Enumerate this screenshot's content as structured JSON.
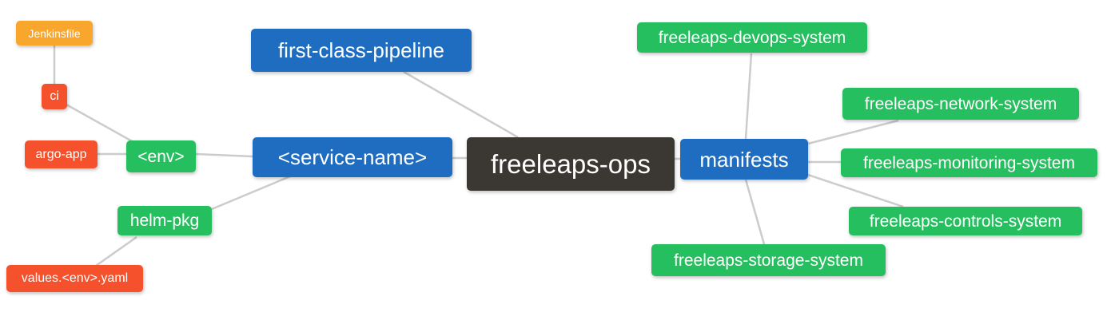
{
  "palette": {
    "root_node": "#3b3733",
    "level1_node": "#1e6dc1",
    "level2_node": "#26bf5f",
    "level3_node": "#f4512c",
    "level4_node": "#f9a62d",
    "edge": "#cccccc",
    "text": "#ffffff",
    "background": "#ffffff"
  },
  "mindmap": {
    "root": "freeleaps-ops",
    "nodes": [
      {
        "id": "jenkinsfile",
        "label": "Jenkinsfile",
        "depth": 4
      },
      {
        "id": "ci",
        "label": "ci",
        "depth": 3
      },
      {
        "id": "argo-app",
        "label": "argo-app",
        "depth": 3
      },
      {
        "id": "env",
        "label": "<env>",
        "depth": 2
      },
      {
        "id": "helm-pkg",
        "label": "helm-pkg",
        "depth": 2
      },
      {
        "id": "values-env-yaml",
        "label": "values.<env>.yaml",
        "depth": 3
      },
      {
        "id": "first-class-pipeline",
        "label": "first-class-pipeline",
        "depth": 1
      },
      {
        "id": "service-name",
        "label": "<service-name>",
        "depth": 1
      },
      {
        "id": "freeleaps-ops",
        "label": "freeleaps-ops",
        "depth": 0
      },
      {
        "id": "manifests",
        "label": "manifests",
        "depth": 1
      },
      {
        "id": "freeleaps-devops-system",
        "label": "freeleaps-devops-system",
        "depth": 2
      },
      {
        "id": "freeleaps-network-system",
        "label": "freeleaps-network-system",
        "depth": 2
      },
      {
        "id": "freeleaps-monitoring-system",
        "label": "freeleaps-monitoring-system",
        "depth": 2
      },
      {
        "id": "freeleaps-controls-system",
        "label": "freeleaps-controls-system",
        "depth": 2
      },
      {
        "id": "freeleaps-storage-system",
        "label": "freeleaps-storage-system",
        "depth": 2
      }
    ],
    "edges": [
      {
        "from": "jenkinsfile",
        "to": "ci"
      },
      {
        "from": "ci",
        "to": "env"
      },
      {
        "from": "argo-app",
        "to": "env"
      },
      {
        "from": "env",
        "to": "service-name"
      },
      {
        "from": "helm-pkg",
        "to": "service-name"
      },
      {
        "from": "values-env-yaml",
        "to": "helm-pkg"
      },
      {
        "from": "first-class-pipeline",
        "to": "freeleaps-ops"
      },
      {
        "from": "service-name",
        "to": "freeleaps-ops"
      },
      {
        "from": "manifests",
        "to": "freeleaps-ops"
      },
      {
        "from": "freeleaps-devops-system",
        "to": "manifests"
      },
      {
        "from": "freeleaps-network-system",
        "to": "manifests"
      },
      {
        "from": "freeleaps-monitoring-system",
        "to": "manifests"
      },
      {
        "from": "freeleaps-controls-system",
        "to": "manifests"
      },
      {
        "from": "freeleaps-storage-system",
        "to": "manifests"
      }
    ]
  }
}
